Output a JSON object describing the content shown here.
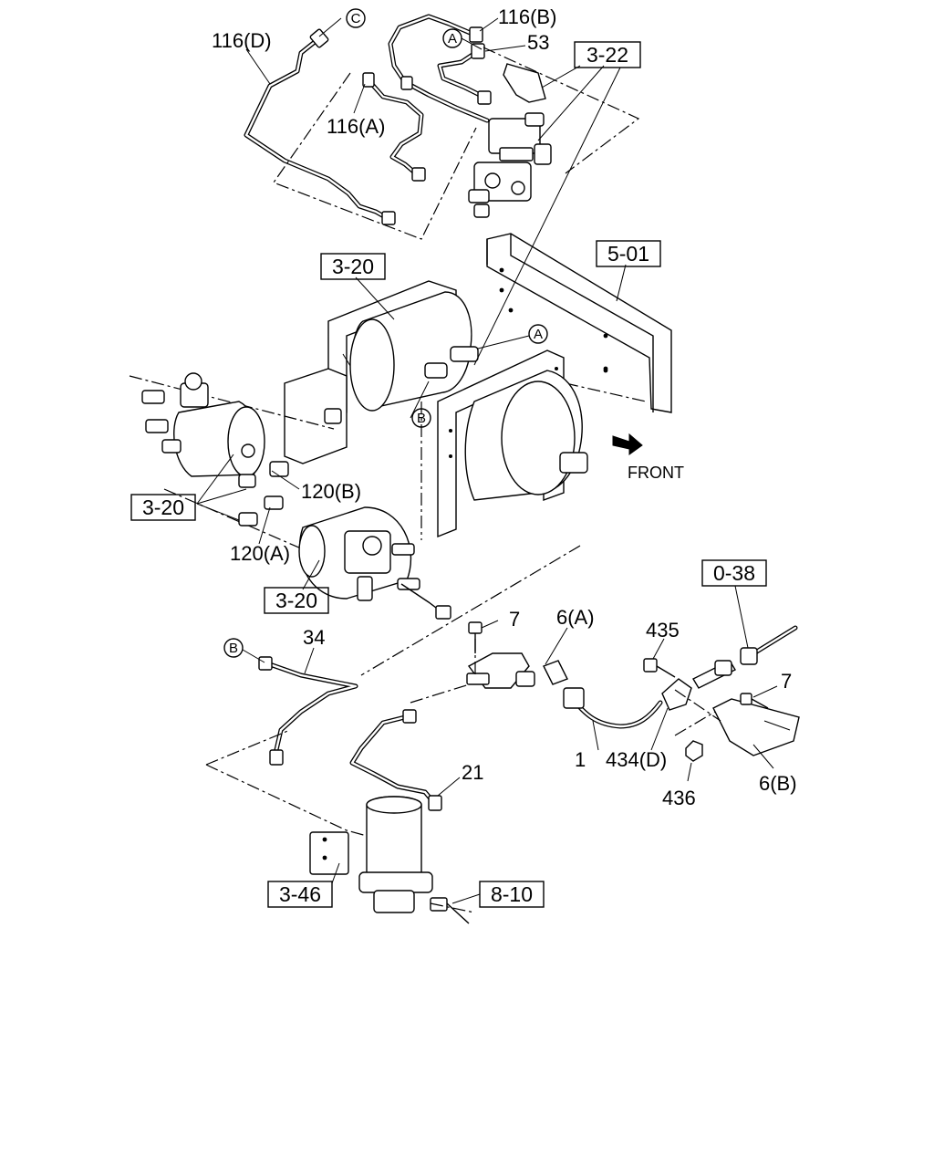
{
  "callouts": {
    "c116D": "116(D)",
    "c116B": "116(B)",
    "c53": "53",
    "c116A": "116(A)",
    "c120B": "120(B)",
    "c120A": "120(A)",
    "c34": "34",
    "c7a": "7",
    "c6A": "6(A)",
    "c435": "435",
    "c7b": "7",
    "c1": "1",
    "c434D": "434(D)",
    "c6B": "6(B)",
    "c436": "436",
    "c21": "21"
  },
  "refs": {
    "r322": "3-22",
    "r320top": "3-20",
    "r501": "5-01",
    "r320left": "3-20",
    "r320bot": "3-20",
    "r038": "0-38",
    "r346": "3-46",
    "r810": "8-10"
  },
  "markers": {
    "mC": "C",
    "mA1": "A",
    "mA2": "A",
    "mB1": "B",
    "mB2": "B"
  },
  "front_label": "FRONT"
}
